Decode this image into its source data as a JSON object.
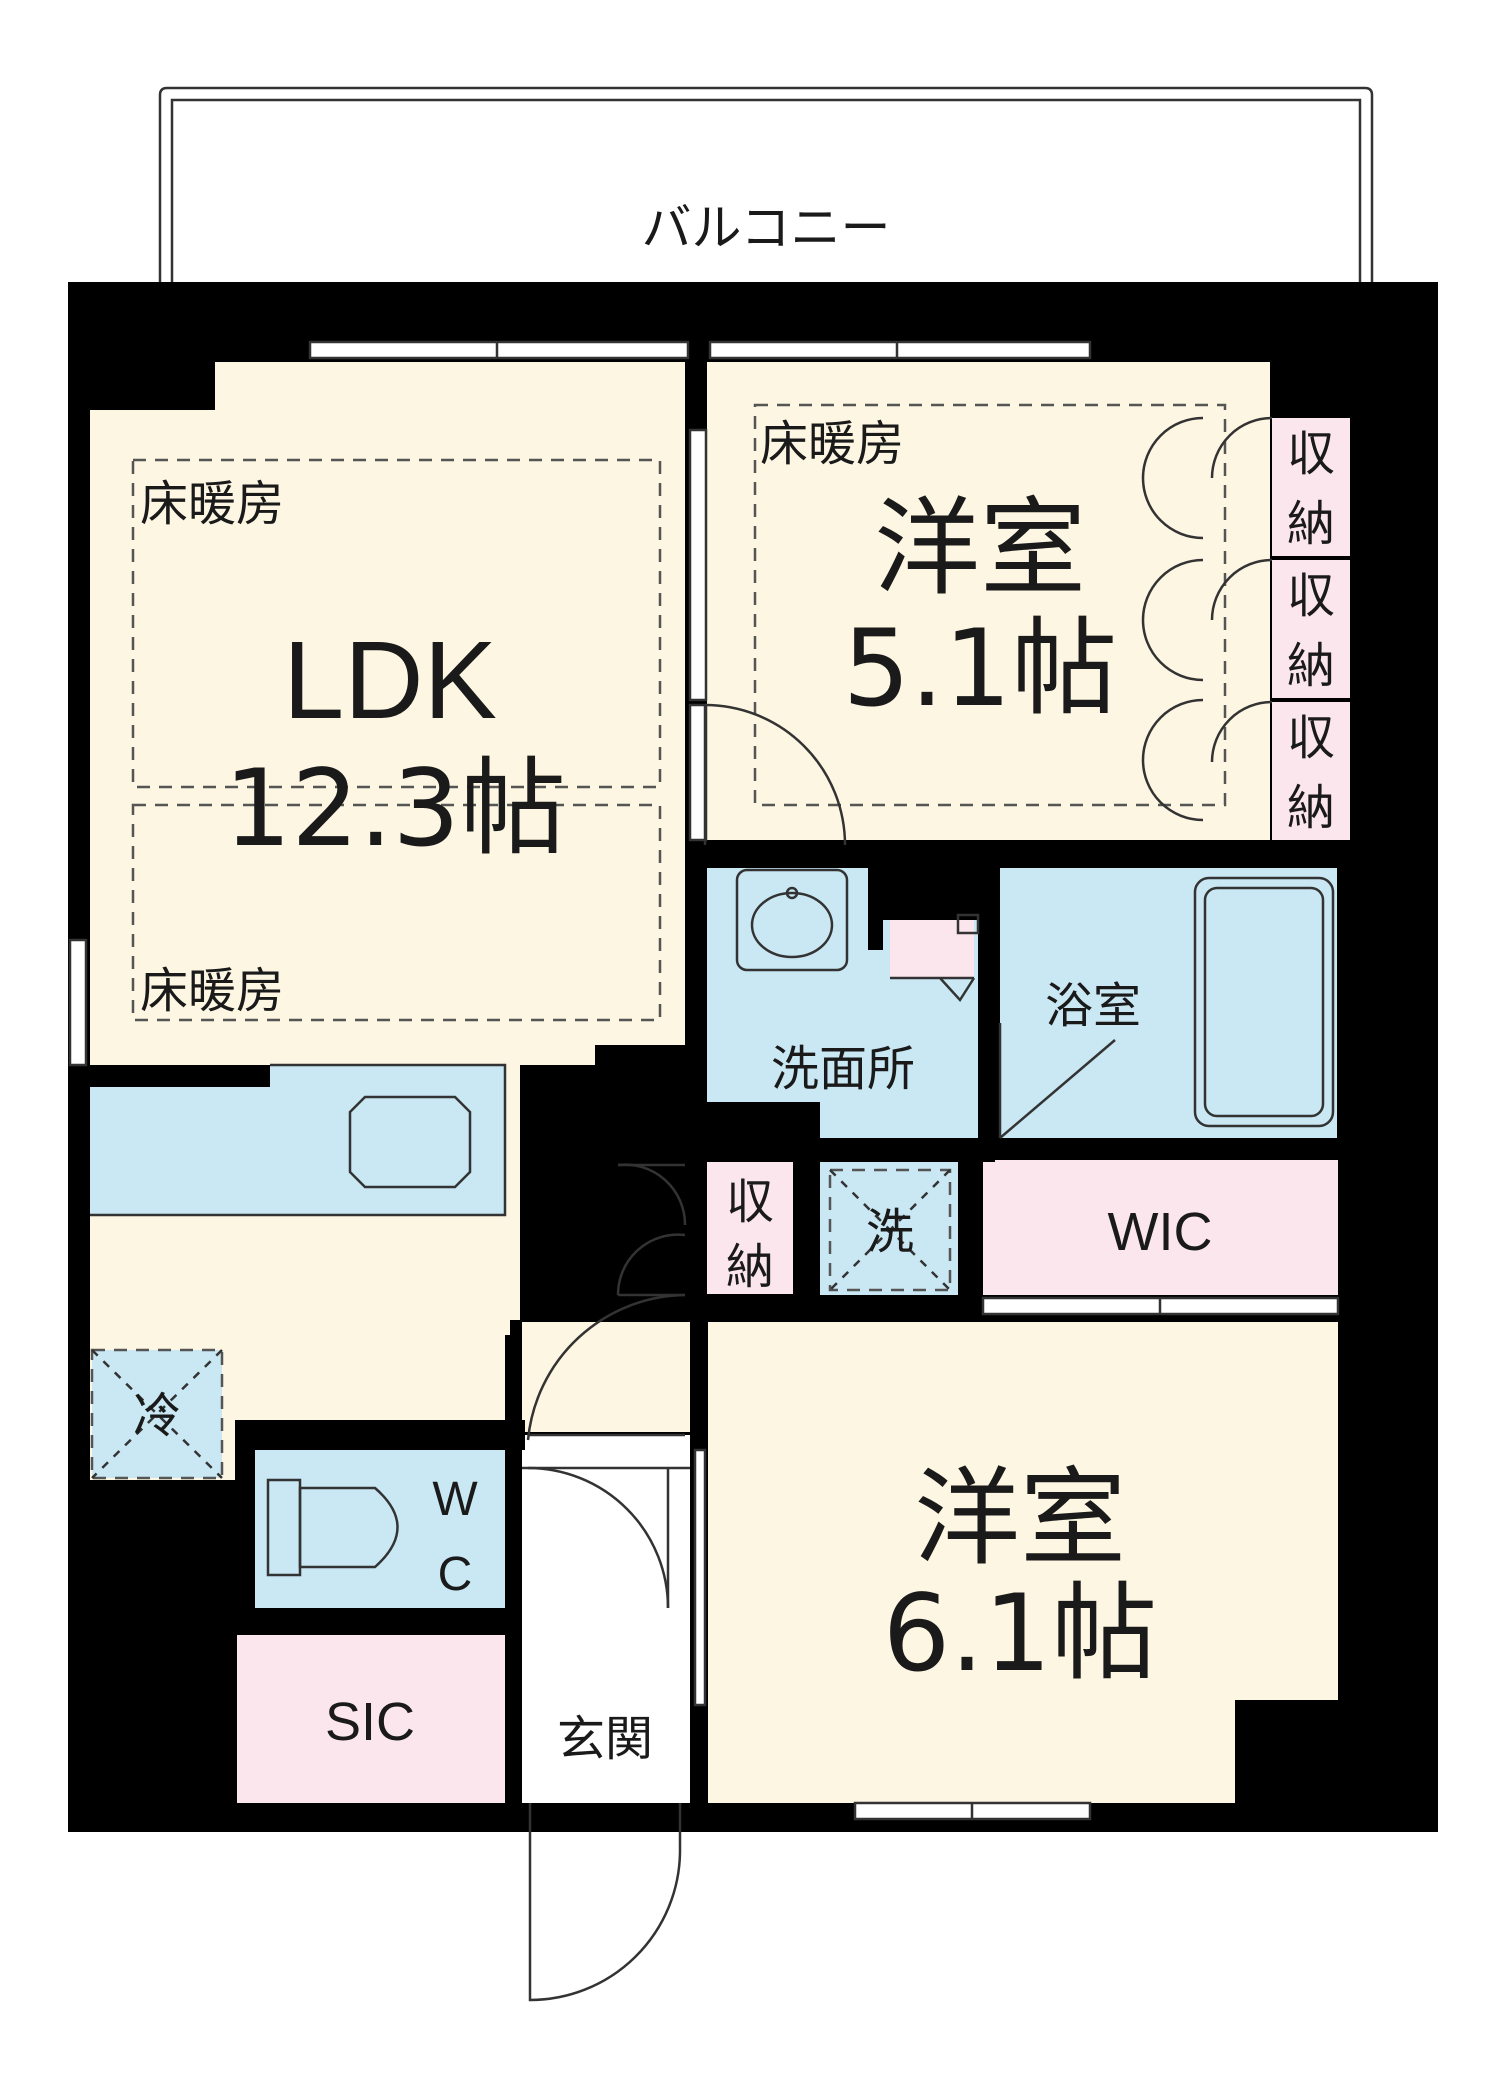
{
  "rooms": {
    "balcony": "バルコニー",
    "ldk": {
      "name": "LDK",
      "size": "12.3帖"
    },
    "western1": {
      "name": "洋室",
      "size": "5.1帖"
    },
    "western2": {
      "name": "洋室",
      "size": "6.1帖"
    },
    "bath": "浴室",
    "washroom": "洗面所",
    "washer": "洗",
    "wic": "WIC",
    "sic": "SIC",
    "entrance": "玄関",
    "fridge": "冷",
    "wc": {
      "line1": "W",
      "line2": "C"
    }
  },
  "floor_heating": [
    "床暖房",
    "床暖房",
    "床暖房"
  ],
  "storage": [
    {
      "line1": "収",
      "line2": "納"
    },
    {
      "line1": "収",
      "line2": "納"
    },
    {
      "line1": "収",
      "line2": "納"
    },
    {
      "line1": "収",
      "line2": "納"
    }
  ]
}
